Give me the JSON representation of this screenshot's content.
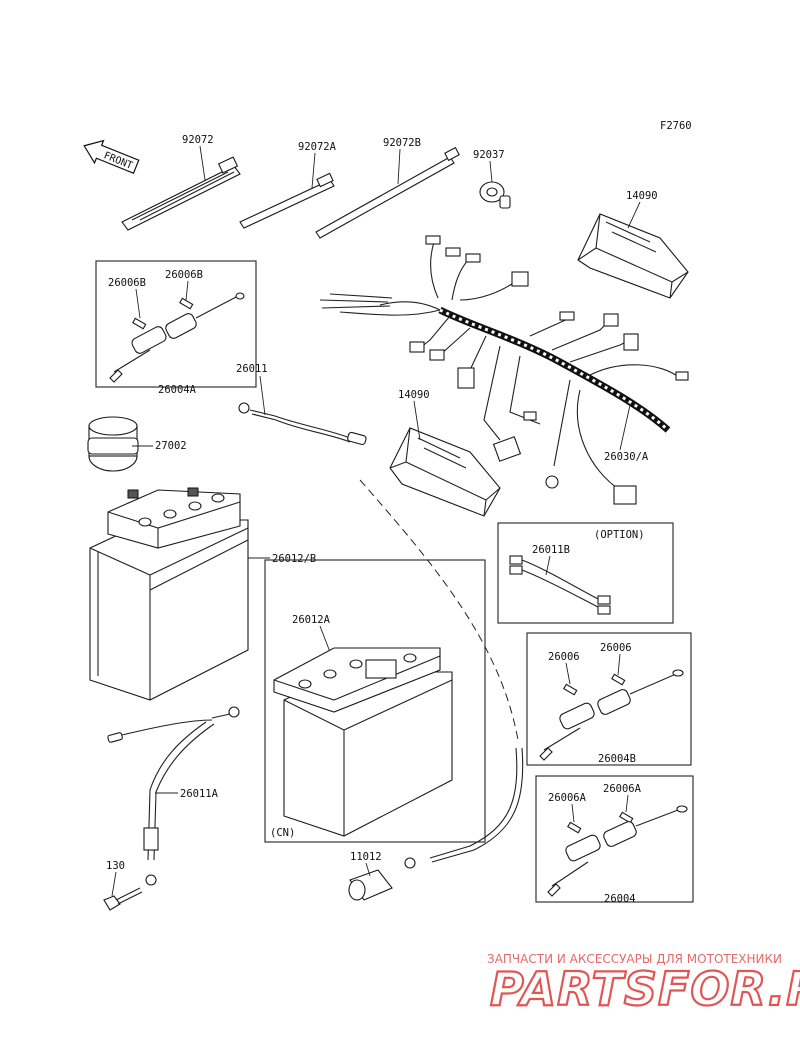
{
  "diagram": {
    "figure_code": "F2760",
    "front_arrow_label": "FRONT",
    "parts": {
      "p92072": "92072",
      "p92072a": "92072A",
      "p92072b": "92072B",
      "p92037": "92037",
      "p14090_top": "14090",
      "p14090_mid": "14090",
      "p26006b_1": "26006B",
      "p26006b_2": "26006B",
      "p26004a": "26004A",
      "p26011": "26011",
      "p27002": "27002",
      "p26012b": "26012/B",
      "p26030a": "26030/A",
      "p26011b": "26011B",
      "p26012a": "26012A",
      "p26006_1": "26006",
      "p26006_2": "26006",
      "p26004b": "26004B",
      "p26011a": "26011A",
      "p26006a_1": "26006A",
      "p26006a_2": "26006A",
      "p26004": "26004",
      "p130": "130",
      "p11012": "11012"
    },
    "notes": {
      "option": "(OPTION)",
      "cn": "(CN)"
    }
  },
  "watermark": {
    "caption": "ЗАПЧАСТИ И АКСЕССУАРЫ ДЛЯ МОТОТЕХНИКИ",
    "logo_text": "PARTSFOR.RU",
    "color": "#e25555"
  }
}
